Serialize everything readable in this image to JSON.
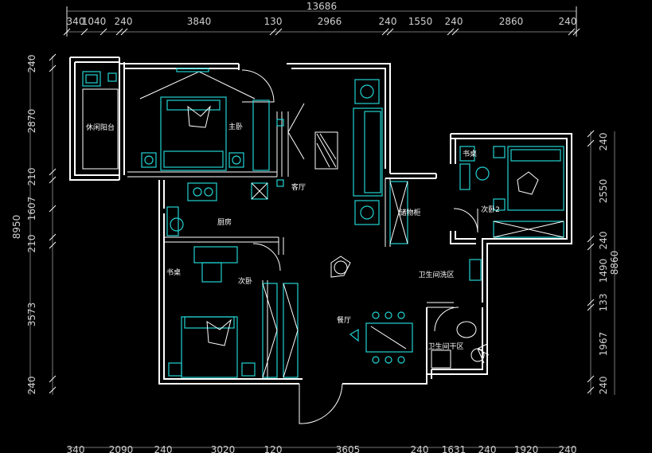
{
  "colors": {
    "background": "#000000",
    "walls": "#ffffff",
    "furniture": "#22d3d3",
    "dimensions": "#cfcfcf"
  },
  "dimensions": {
    "total_top": "13686",
    "top": [
      "340",
      "1040",
      "240",
      "3840",
      "130",
      "2966",
      "240",
      "1550",
      "240",
      "2860",
      "240"
    ],
    "bottom": [
      "340",
      "2090",
      "240",
      "3020",
      "120",
      "3605",
      "240",
      "1631",
      "240",
      "1920",
      "240"
    ],
    "left_total": "8950",
    "left": [
      "240",
      "2870",
      "210",
      "1607",
      "210",
      "3573",
      "240"
    ],
    "right_total": "8860",
    "right": [
      "240",
      "2550",
      "240",
      "1490",
      "133",
      "1967",
      "240"
    ]
  },
  "rooms": {
    "balcony": "休闲阳台",
    "master_bedroom": "主卧",
    "living_room": "客厅",
    "study_bedroom": "次卧",
    "kitchen": "厨房",
    "bedroom2": "次卧2",
    "storage": "储物柜",
    "toilet_wash": "卫生间洗区",
    "dining": "餐厅",
    "toilet_dry": "卫生间干区",
    "desk_left": "书桌",
    "desk_right": "书桌"
  }
}
